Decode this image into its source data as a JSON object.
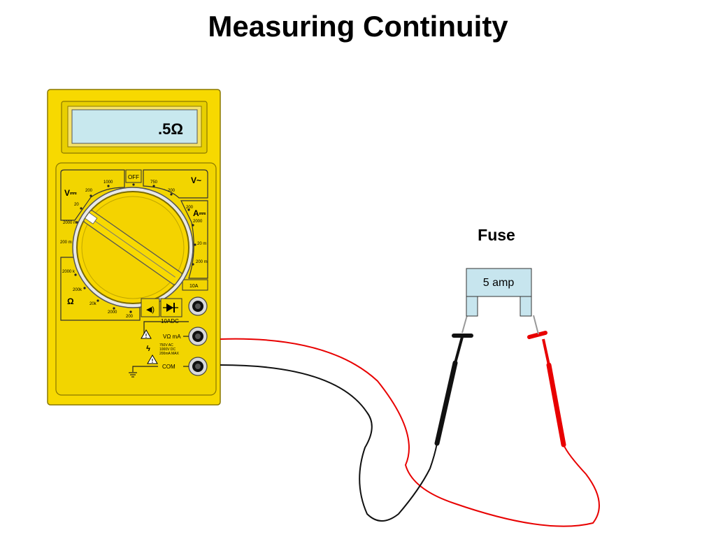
{
  "title": "Measuring Continuity",
  "fuse": {
    "label": "Fuse",
    "rating": "5 amp"
  },
  "meter": {
    "display_reading": ".5Ω",
    "dial": {
      "off_label": "OFF",
      "dc_volts_label": "V⎓",
      "ac_volts_label": "V~",
      "amps_label": "A⎓",
      "ohms_label": "Ω",
      "left_scale": [
        "1000",
        "200",
        "20",
        "2000 m",
        "200 m"
      ],
      "top_right_scale": [
        "750",
        "200"
      ],
      "right_scale": [
        "200",
        "2000",
        "20 m",
        "200 m"
      ],
      "ohms_scale": [
        "2000 k",
        "200k",
        "20k",
        "2000",
        "200"
      ],
      "amps_10a_label": "10A"
    },
    "jacks": {
      "jack_10a_label": "10ADC",
      "jack_vohm_label": "VΩ mA",
      "jack_com_label": "COM",
      "warning_lines": [
        "750V AC",
        "1000V DC",
        "200mA MAX"
      ]
    }
  },
  "colors": {
    "meter_body": "#f7d900",
    "lcd": "#c8e8ee",
    "fuse_body": "#c7e5ee",
    "probe_black": "#111111",
    "probe_red": "#e80000"
  }
}
